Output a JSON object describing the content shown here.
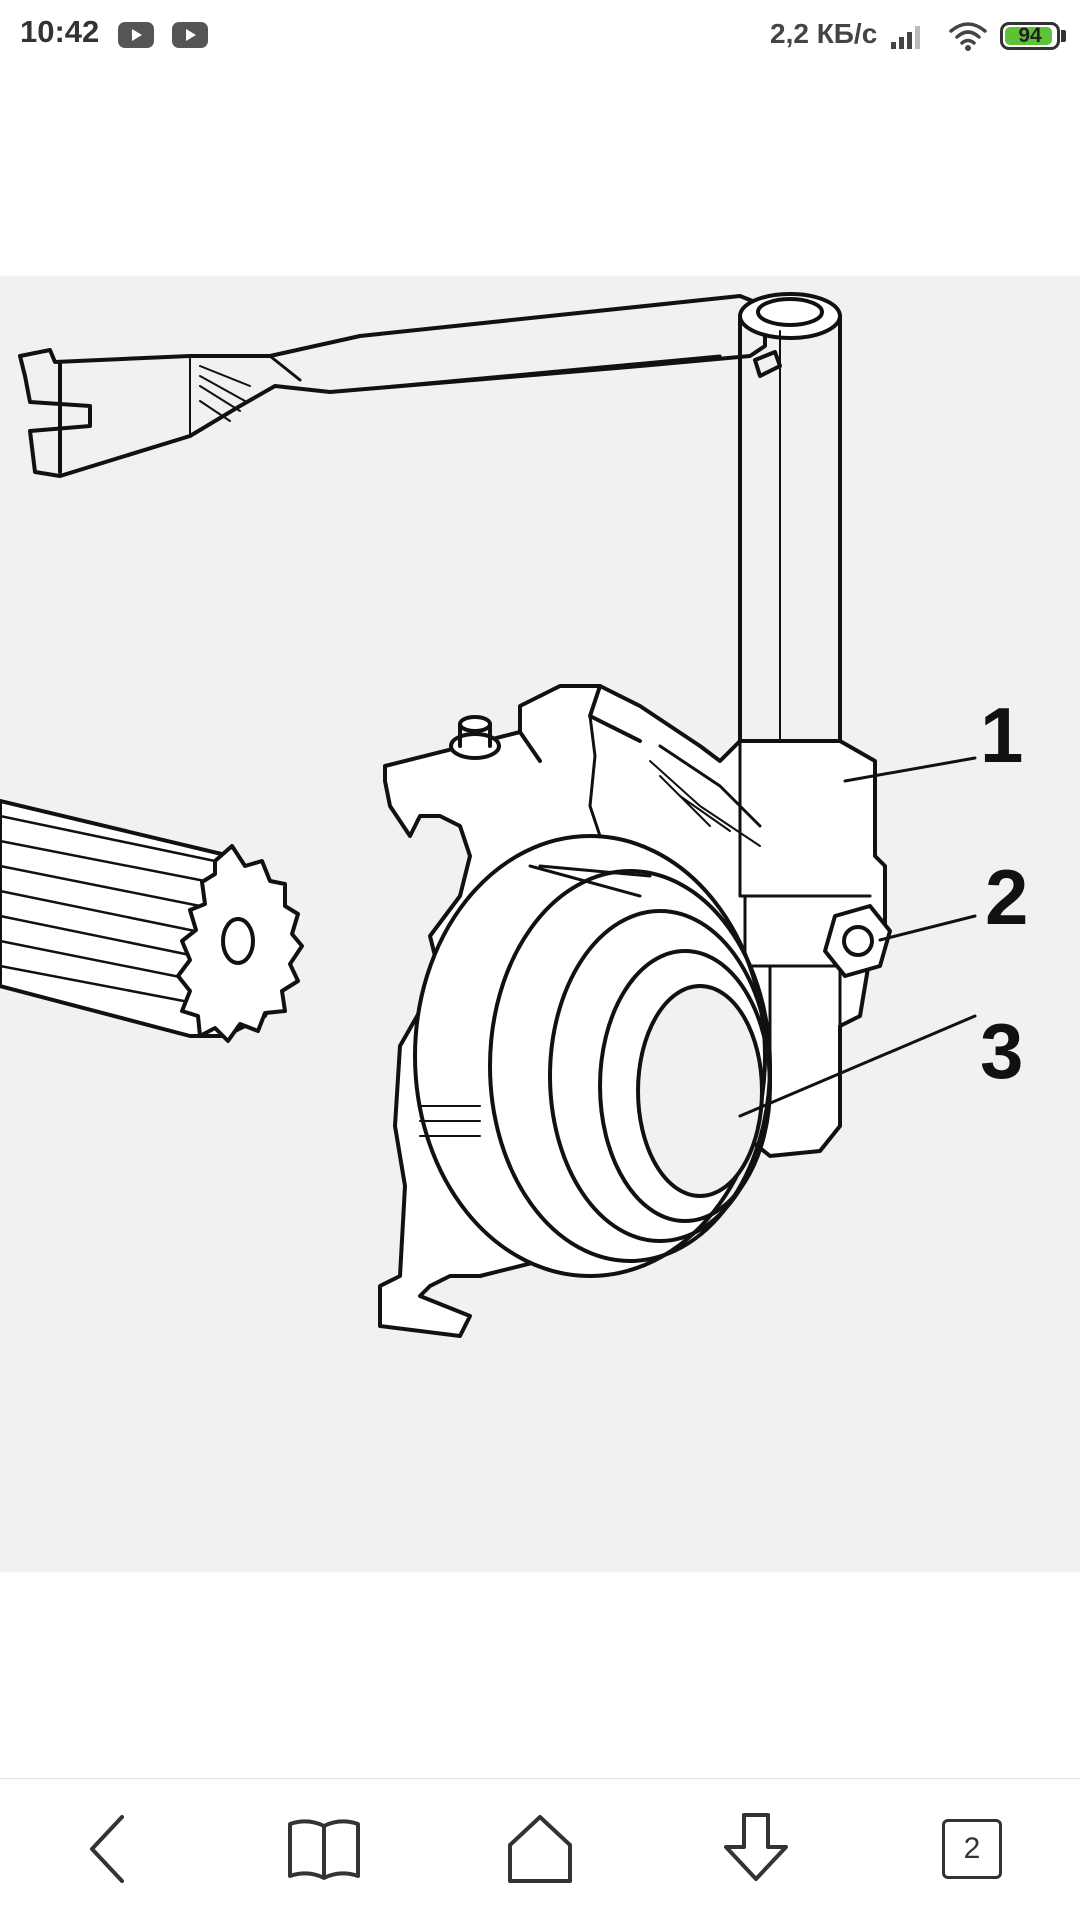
{
  "status_bar": {
    "time": "10:42",
    "notification_icons": [
      "youtube-icon",
      "youtube-icon"
    ],
    "network_speed": "2,2 КБ/с",
    "signal_icon": "signal-icon",
    "wifi_icon": "wifi-icon",
    "battery_level": "94",
    "battery_color": "#5dc238"
  },
  "diagram": {
    "callouts": [
      "1",
      "2",
      "3"
    ]
  },
  "bottom_nav": {
    "back_icon": "back-icon",
    "reader_icon": "reader-mode-icon",
    "home_icon": "home-icon",
    "download_icon": "download-icon",
    "tabs_count": "2"
  }
}
